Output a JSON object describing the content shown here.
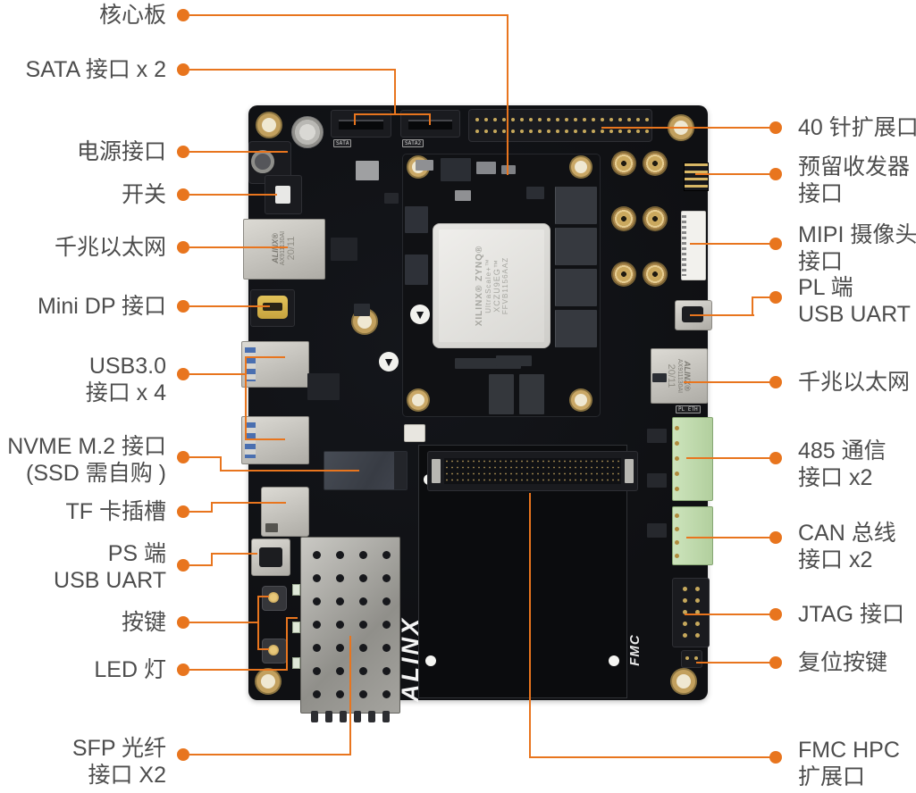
{
  "colors": {
    "accent": "#E8751E",
    "label_text": "#4D4D4D",
    "board": "#0F1013",
    "pcb_gold": "#C9A45E",
    "terminal_green": "#C2DCB0",
    "usb_blue": "#4A6FB0",
    "chip_silver": "#E9E8E4"
  },
  "annotations": {
    "left": [
      {
        "id": "core-board",
        "lines": [
          "核心板"
        ]
      },
      {
        "id": "sata",
        "lines": [
          "SATA 接口 x 2"
        ]
      },
      {
        "id": "power",
        "lines": [
          "电源接口"
        ]
      },
      {
        "id": "switch",
        "lines": [
          "开关"
        ]
      },
      {
        "id": "eth-left",
        "lines": [
          "千兆以太网"
        ]
      },
      {
        "id": "minidp",
        "lines": [
          "Mini DP 接口"
        ]
      },
      {
        "id": "usb3",
        "lines": [
          "USB3.0",
          "接口 x 4"
        ]
      },
      {
        "id": "nvme",
        "lines": [
          "NVME M.2 接口",
          "(SSD 需自购 )"
        ]
      },
      {
        "id": "tf",
        "lines": [
          "TF 卡插槽"
        ]
      },
      {
        "id": "ps-uart",
        "lines": [
          "PS 端",
          "USB UART"
        ]
      },
      {
        "id": "buttons",
        "lines": [
          "按键"
        ]
      },
      {
        "id": "led",
        "lines": [
          "LED 灯"
        ]
      },
      {
        "id": "sfp",
        "lines": [
          "SFP 光纤",
          "接口 X2"
        ]
      }
    ],
    "right": [
      {
        "id": "pin40",
        "lines": [
          "40 针扩展口"
        ]
      },
      {
        "id": "transceiver",
        "lines": [
          "预留收发器",
          "接口"
        ]
      },
      {
        "id": "mipi",
        "lines": [
          "MIPI 摄像头",
          "接口"
        ]
      },
      {
        "id": "pl-uart",
        "lines": [
          "PL 端",
          "USB UART"
        ]
      },
      {
        "id": "eth-right",
        "lines": [
          "千兆以太网"
        ]
      },
      {
        "id": "rs485",
        "lines": [
          "485 通信",
          "接口 x2"
        ]
      },
      {
        "id": "can",
        "lines": [
          "CAN 总线",
          "接口 x2"
        ]
      },
      {
        "id": "jtag",
        "lines": [
          "JTAG 接口"
        ]
      },
      {
        "id": "reset",
        "lines": [
          "复位按键"
        ]
      },
      {
        "id": "fmc",
        "lines": [
          "FMC HPC",
          "扩展口"
        ]
      }
    ]
  },
  "board": {
    "chip": {
      "line1": "XILINX® ZYNQ®",
      "line2": "UltraScale+™",
      "line3": "XCZU9EG™",
      "line4": "FFVB1156AAZ"
    },
    "eth_label": {
      "brand": "ALINX®",
      "model": "AX911130AI",
      "code": "20/11"
    },
    "silkscreen": {
      "alinx": "ALINX",
      "fmc": "FMC",
      "sata1": "SATA",
      "sata2": "SATA2",
      "pl_eth": "PL ETH"
    }
  }
}
